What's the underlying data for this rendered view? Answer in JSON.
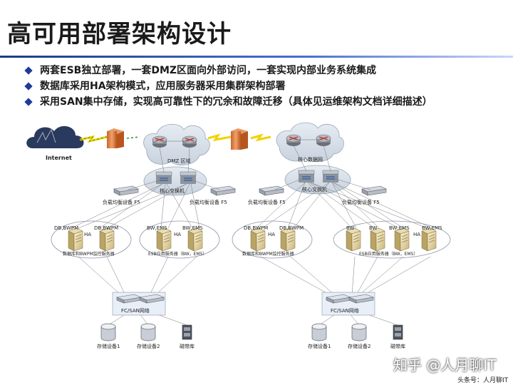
{
  "title": "高可用部署架构设计",
  "bullets": [
    "两套ESB独立部署，一套DMZ区面向外部访问，一套实现内部业务系统集成",
    "数据库采用HA架构模式，应用服务器采用集群架构部署",
    "采用SAN集中存储，实现高可靠性下的冗余和故障迁移（具体见运维架构文档详细描述）"
  ],
  "diagram": {
    "internet_label": "Internet",
    "left": {
      "zone_label": "DMZ 区域",
      "core_switch_label": "核心交换机",
      "lb_left_label": "负载均衡设备 F5",
      "lb_right_label": "负载均衡设备 F5",
      "db_server_labels": [
        "DB,BWPM",
        "DB,BWPM"
      ],
      "db_ha_label": "HA",
      "db_group_label": "数据库和BWPM监控服务器",
      "esb_server_labels": [
        "BW,EMS",
        "BW,EMS"
      ],
      "esb_ha_label": "HA",
      "esb_group_label": "ESB应用服务器（BW，EMS）",
      "san_label": "FC/SAN网络",
      "storage_labels": [
        "存储设备1",
        "存储设备2",
        "磁带库"
      ]
    },
    "right": {
      "zone_label": "核心数据网",
      "core_switch_label": "核心交换机",
      "lb_left_label": "负载均衡设备 F5",
      "lb_right_label": "负载均衡设备 F5",
      "db_server_labels": [
        "DB,BWPM",
        "DB,BWPM"
      ],
      "db_ha_label": "HA",
      "db_group_label": "数据库和BWPM监控服务器",
      "esb_server_labels": [
        "BW",
        "BW",
        "BW,EMS",
        "BW,EMS"
      ],
      "esb_ha_label": "HA",
      "esb_group_label": "ESB应用服务器（BW，EMS）",
      "san_label": "FC/SAN网络",
      "storage_labels": [
        "存储设备1",
        "存储设备2",
        "磁带库"
      ]
    }
  },
  "watermark": "知乎 @人月聊IT",
  "footer": "头条号：人月聊IT"
}
